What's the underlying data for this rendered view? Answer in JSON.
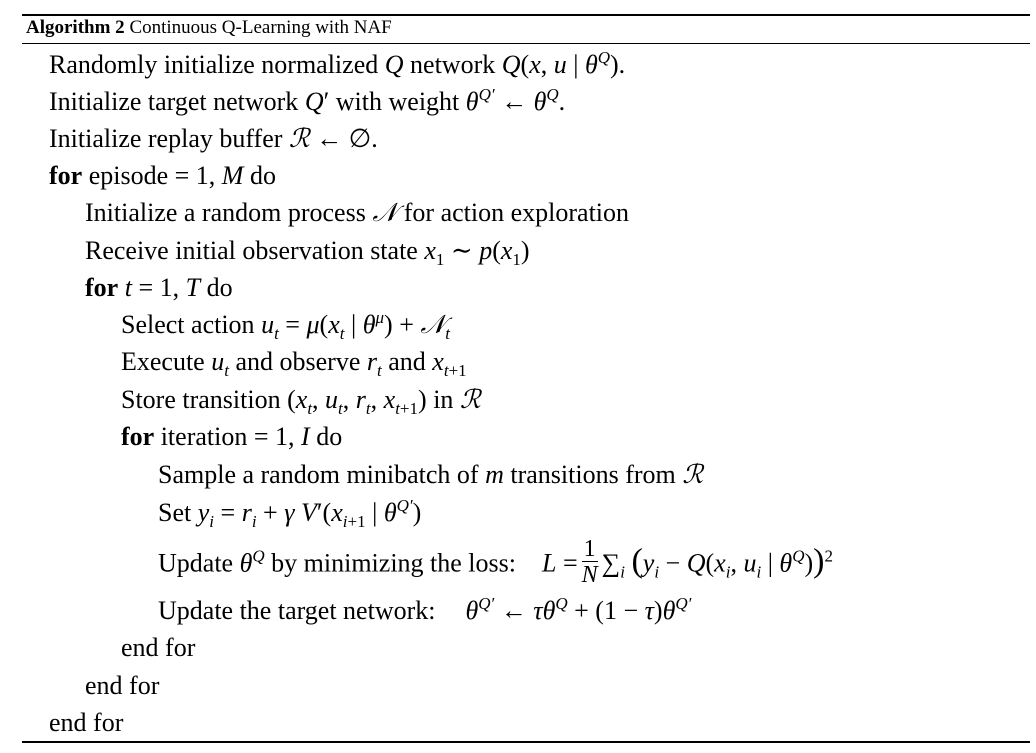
{
  "algorithm": {
    "number_label": "Algorithm 2",
    "title": "Continuous Q-Learning with NAF"
  },
  "lines": [
    {
      "kind": "text",
      "text": "Randomly initialize normalized Q network Q(x, u | θ^Q)."
    },
    {
      "kind": "text",
      "text": "Initialize target network Q′ with weight θ^{Q′} ← θ^Q."
    },
    {
      "kind": "text",
      "text": "Initialize replay buffer ℛ ← ∅."
    },
    {
      "kind": "for",
      "keyword": "for",
      "text": "episode = 1, M do"
    },
    {
      "kind": "text",
      "text": "Initialize a random process 𝒩 for action exploration"
    },
    {
      "kind": "text",
      "text": "Receive initial observation state x_1 ∼ p(x_1)"
    },
    {
      "kind": "for",
      "keyword": "for",
      "text": "t = 1, T do"
    },
    {
      "kind": "text",
      "text": "Select action u_t = μ(x_t | θ^μ) + 𝒩_t"
    },
    {
      "kind": "text",
      "text": "Execute u_t and observe r_t and x_{t+1}"
    },
    {
      "kind": "text",
      "text": "Store transition (x_t, u_t, r_t, x_{t+1}) in ℛ"
    },
    {
      "kind": "for",
      "keyword": "for",
      "text": "iteration = 1, I do"
    },
    {
      "kind": "text",
      "text": "Sample a random minibatch of m transitions from ℛ"
    },
    {
      "kind": "text",
      "text": "Set y_i = r_i + γ V′(x_{i+1} | θ^{Q′})"
    },
    {
      "kind": "text",
      "text": "Update θ^Q by minimizing the loss:"
    },
    {
      "kind": "text",
      "text": "Update the target network:"
    },
    {
      "kind": "end",
      "text": "end for"
    },
    {
      "kind": "end",
      "text": "end for"
    },
    {
      "kind": "end",
      "text": "end for"
    }
  ],
  "words": {
    "init_q_pre": "Randomly initialize normalized ",
    "init_q_mid": " network ",
    "init_target_pre": "Initialize target network ",
    "init_target_mid": " with weight ",
    "init_buffer_pre": "Initialize replay buffer ",
    "for_kw": "for",
    "episode": " episode ",
    "do": " do",
    "random_process_pre": "Initialize a random process ",
    "random_process_post": " for action exploration",
    "receive_obs": "Receive initial observation state ",
    "select_action": "Select action ",
    "execute": "Execute ",
    "and_observe": " and observe ",
    "and": " and ",
    "store_transition": "Store transition ",
    "in": " in ",
    "iteration": " iteration ",
    "sample_pre": "Sample a random minibatch of ",
    "sample_post": " transitions from ",
    "set": "Set ",
    "update_theta": "Update ",
    "by_minimizing": " by minimizing the loss:",
    "update_target": "Update the target network:",
    "end_for": "end for"
  },
  "colors": {
    "text": "#000000",
    "background": "#ffffff",
    "rules": "#000000"
  }
}
